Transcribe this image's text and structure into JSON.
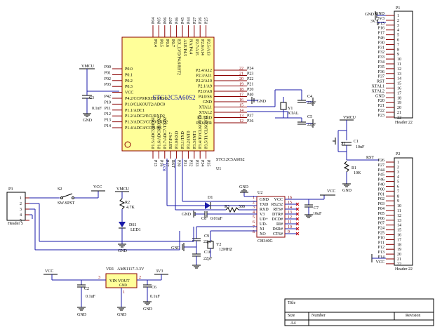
{
  "mcu": {
    "ref": "U1",
    "part": "STC12C5A60S2",
    "title": "STC12C5A60S2",
    "left_pins": [
      "P0.0",
      "P0.1",
      "P0.2",
      "P0.3",
      "VCC",
      "P4.2/CCP0/RXD2/MISO",
      "P1.0/CLKOUT2/ADC0",
      "P1.1/ADC1",
      "P1.2/ADC2/ECI/RXD2",
      "P1.3/ADC3/CCP0/TXD2",
      "P1.4/ADC4/CCP1/SS"
    ],
    "left_nets": [
      "P00",
      "P01",
      "P02",
      "P03",
      "",
      "P42",
      "P10",
      "P11",
      "P12",
      "P13",
      "P14"
    ],
    "right_pins": [
      "P2.4/A12",
      "P2.3/A11",
      "P2.2/A10",
      "P2.1/A9",
      "P2.0/A8",
      "P4.0/SS",
      "GND",
      "XTAL1",
      "XTAL2",
      "P3.7/RD",
      "P3.6/WR"
    ],
    "right_nets": [
      "P24",
      "P23",
      "P22",
      "P21",
      "P20",
      "P40",
      "",
      "",
      "",
      "P37",
      "P36"
    ],
    "right_nums": [
      "22",
      "21",
      "20",
      "19",
      "18",
      "17",
      "16",
      "15",
      "14",
      "13",
      "12"
    ],
    "top_pins": [
      "P0.4",
      "P0.5",
      "P0.6",
      "P0.7",
      "EX_LVD/P4.6/RST2",
      "ALE/P4.5",
      "NA/P4.4",
      "P2.7/A15",
      "P2.6/A14",
      "P2.5/A13"
    ],
    "top_nets": [
      "P04",
      "P05",
      "P06",
      "P07",
      "P46",
      "P45",
      "P44",
      "P27",
      "P26",
      "P25"
    ],
    "bottom_pins": [
      "P1.5/ADC5/MOSI",
      "P1.6/ADC6/RXD2",
      "P1.7/ADC7/TXD2",
      "RST/P4.7",
      "P3.0/RXD",
      "P3.1/TXD",
      "P3.2/INT0",
      "P3.3/INT1",
      "P3.4/T0/CLKOUT0",
      "P3.5/T1/CLKOUT1"
    ],
    "bottom_nets": [
      "P15",
      "P16",
      "P17",
      "RST",
      "P30",
      "P31",
      "P32",
      "P33",
      "P34",
      "P35"
    ]
  },
  "header_p1": {
    "ref": "P1",
    "part": "Header 22",
    "nets": [
      "GND",
      "3V3",
      "P15",
      "P16",
      "P17",
      "P46",
      "P30",
      "P31",
      "P32",
      "P33",
      "P34",
      "P35",
      "P36",
      "P37",
      "RST",
      "XTAL1",
      "XTAL2",
      "GND",
      "P20",
      "P21",
      "P22",
      "P23"
    ],
    "pins": [
      "1",
      "2",
      "3",
      "4",
      "5",
      "6",
      "7",
      "8",
      "9",
      "10",
      "11",
      "12",
      "13",
      "14",
      "15",
      "16",
      "17",
      "18",
      "19",
      "20",
      "21",
      "22"
    ],
    "gnd_label": "GND",
    "v_label": "3V3"
  },
  "header_p2": {
    "ref": "P2",
    "part": "Header 22",
    "nets": [
      "P26",
      "P27",
      "P44",
      "P45",
      "P46",
      "P40",
      "P00",
      "P01",
      "P02",
      "P03",
      "P04",
      "P05",
      "P06",
      "P07",
      "P24",
      "P25",
      "P10",
      "P11",
      "P12",
      "P13",
      "P14",
      "VCC"
    ],
    "pins": [
      "1",
      "2",
      "3",
      "4",
      "5",
      "6",
      "7",
      "8",
      "9",
      "10",
      "11",
      "12",
      "13",
      "14",
      "15",
      "16",
      "17",
      "18",
      "19",
      "20",
      "21",
      "22"
    ],
    "v_label": "VCC"
  },
  "header_p3": {
    "ref": "P3",
    "part": "Header 5",
    "pins": [
      "1",
      "2",
      "3",
      "4",
      "5"
    ]
  },
  "ch340": {
    "ref": "U2",
    "part": "CH340G",
    "left": [
      "GND",
      "TXD",
      "RXD",
      "V3",
      "UD+",
      "UD-",
      "XI",
      "XO"
    ],
    "left_nums": [
      "1",
      "2",
      "3",
      "4",
      "5",
      "6",
      "7",
      "8"
    ],
    "right": [
      "VCC",
      "RS232",
      "RTS#",
      "DTR#",
      "DCD#",
      "RI#",
      "DSR#",
      "CTS#"
    ],
    "right_nums": [
      "16",
      "15",
      "14",
      "13",
      "12",
      "11",
      "10",
      "9"
    ]
  },
  "parts": {
    "c3": "C3",
    "c3v": "0.1uF",
    "c4": "C4",
    "c4v": "22pF",
    "c5": "C5",
    "c5v": "22pF",
    "y1": "Y1",
    "y1v": "XTAL",
    "c1": "C1",
    "c1v": "10uF",
    "s1": "S1",
    "r1": "R1",
    "r1v": "10K",
    "s2": "S2",
    "s2v": "SW-SPST",
    "r2": "R2",
    "r2v": "4.7K",
    "ds1": "DS1",
    "ds1v": "LED1",
    "d1": "D1",
    "r3": "R3",
    "r3v": "300",
    "c7": "C7",
    "c7v": "10uF",
    "c8": "C8",
    "c8v": "0.01uF",
    "c9": "C9",
    "c9v": "22pF",
    "c10": "C10",
    "c10v": "22pF",
    "y2": "Y2",
    "y2v": "12MHZ",
    "vr": "VR1",
    "vrv": "AMS1117-3.3V",
    "vr_label": "VIN VOUT",
    "vr_gnd": "GND",
    "c2": "C2",
    "c2v": "0.1uF",
    "c6": "C6",
    "c6v": "0.1uF",
    "vr_pin_in": "3",
    "vr_pin_out": "2",
    "vr_pin_gnd": "1"
  },
  "labels": {
    "vcc": "VCC",
    "vmcu": "VMCU",
    "gnd": "GND",
    "v3v3": "3V3",
    "rst": "RST",
    "p31": "P31",
    "p30": "P30"
  },
  "title_block": {
    "title": "Title",
    "size": "Size",
    "size_val": "A4",
    "number": "Number",
    "revision": "Revision"
  },
  "colors": {
    "wire": "#1a1aa8",
    "body": "#ffff99",
    "pin": "#8b0000"
  }
}
